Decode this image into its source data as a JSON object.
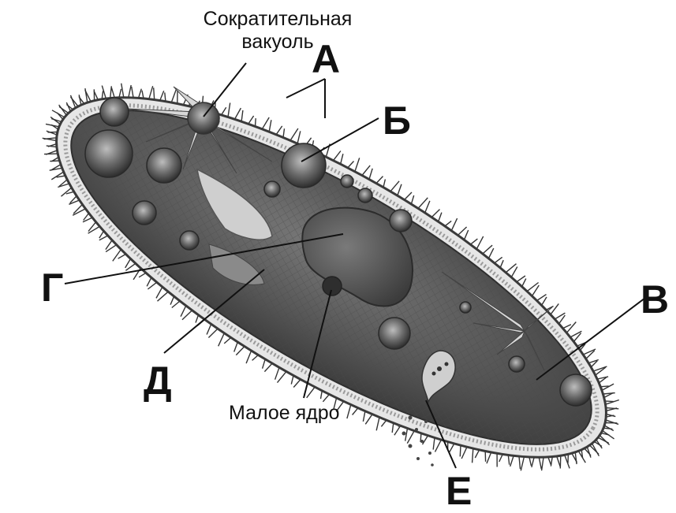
{
  "labels": {
    "contractile_vacuole": "Сократительная\nвакуоль",
    "small_nucleus": "Малое ядро",
    "a": "А",
    "b": "Б",
    "v": "В",
    "g": "Г",
    "d": "Д",
    "e": "Е"
  }
}
